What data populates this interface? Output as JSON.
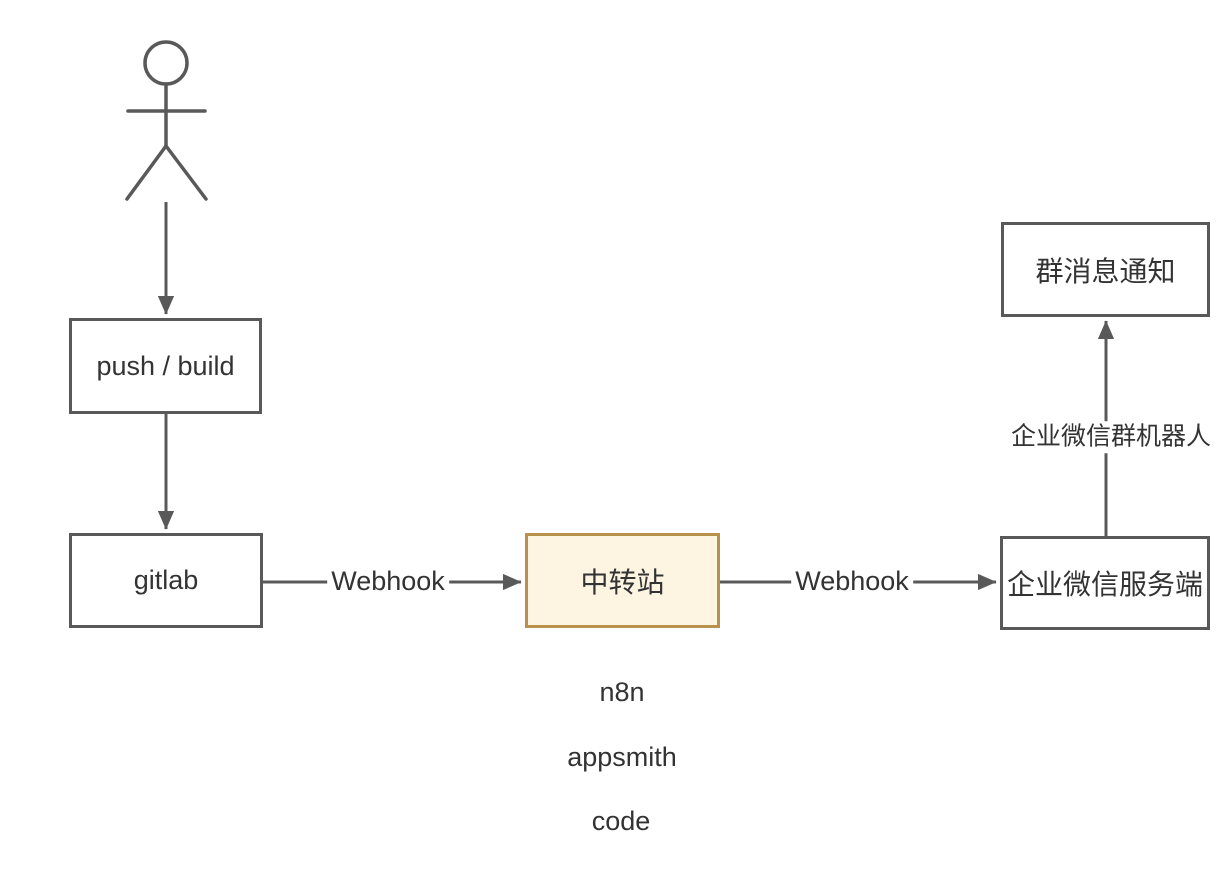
{
  "diagram": {
    "colors": {
      "stroke": "#595959",
      "text": "#333333",
      "relay_border": "#b8924a",
      "relay_fill": "#fdf5e2",
      "background": "#ffffff"
    },
    "nodes": {
      "actor": {
        "kind": "stick-figure-person"
      },
      "push_build": {
        "label": "push / build"
      },
      "gitlab": {
        "label": "gitlab"
      },
      "relay": {
        "label": "中转站"
      },
      "wechat_server": {
        "label": "企业微信服务端"
      },
      "group_notify": {
        "label": "群消息通知"
      }
    },
    "edges": {
      "actor_to_push_build": {
        "label": ""
      },
      "push_build_to_gitlab": {
        "label": ""
      },
      "gitlab_to_relay": {
        "label": "Webhook"
      },
      "relay_to_wechat_server": {
        "label": "Webhook"
      },
      "wechat_server_to_group_notify": {
        "label": "企业微信群机器人"
      }
    },
    "annotations": {
      "relay_tools": [
        "n8n",
        "appsmith",
        "code"
      ]
    }
  }
}
